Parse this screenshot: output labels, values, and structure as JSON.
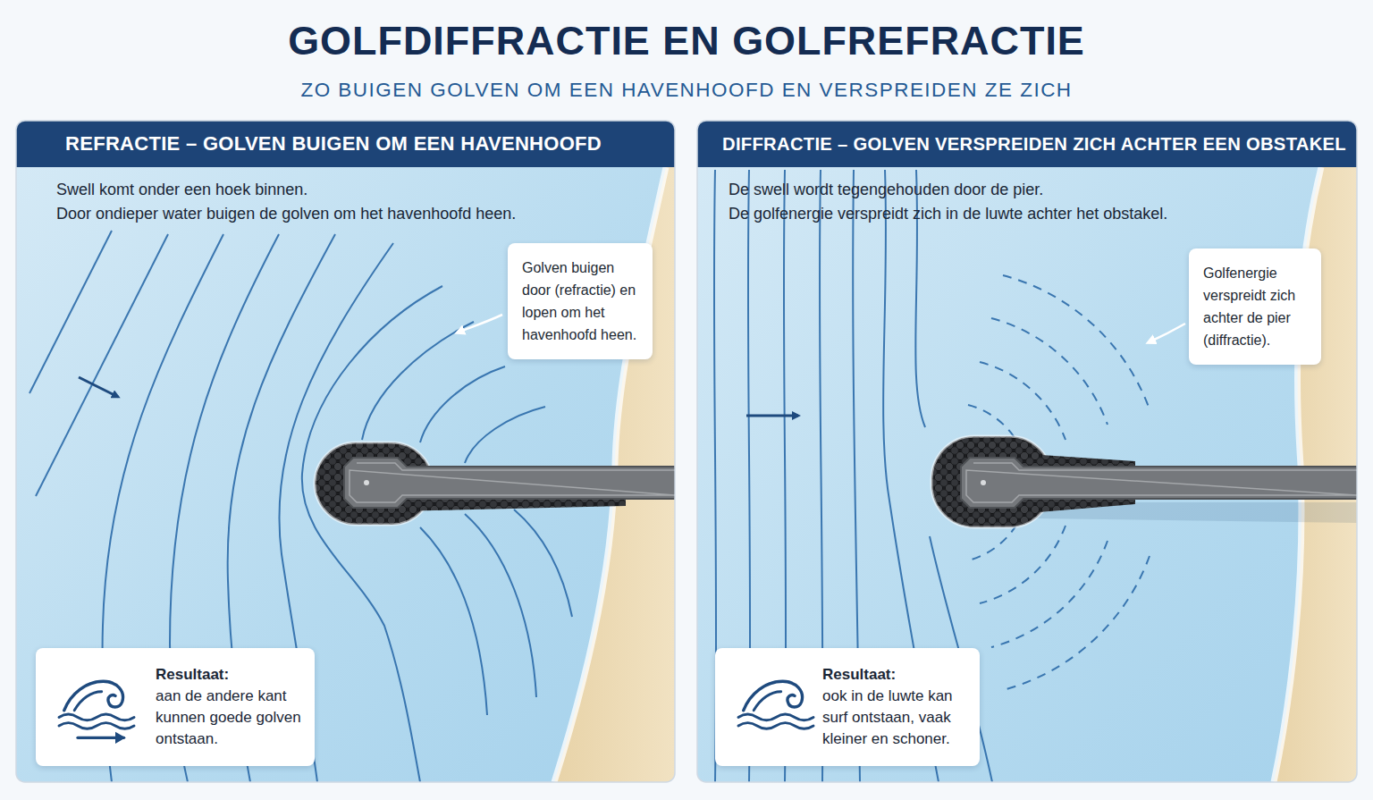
{
  "diagram": {
    "title": "GOLFDIFFRACTIE EN GOLFREFRACTIE",
    "nodes": [
      {
        "text": [
          "REFRACTIE – GOLVEN  BUIGEN OM EEN HAVENHOOFD",
          "Swell komt onder een hoek binnen.",
          "Door ondieper water buigen de golven om het havenhoofd heen."
        ]
      },
      {
        "text": [
          "Golven buigen door (refractie) en lopen om het havenhoofd heen."
        ],
        "in": 0
      },
      {
        "text": [
          "Resultaat:",
          "aan de andere kant kunnen goede golven ontstaan."
        ],
        "in": 0
      },
      {
        "text": [
          "DIFFRACTIE – GOLVEN VERSPREIDEN ZICH ACHTER EEN OBSTAKEL",
          "De swell wordt tegengehouden door de pier.",
          "De golfenergie verspreidt zich in de luwte achter het obstakel."
        ]
      },
      {
        "text": [
          "Golfenergie verspreidt zich achter de pier (diffractie)."
        ],
        "in": 3
      },
      {
        "text": [
          "Resultaat:",
          "ook in de luwte kan surf ontstaan, vaak kleiner en schoner."
        ],
        "in": 3
      }
    ],
    "labels": [
      "ZO BUIGEN GOLVEN OM EEN HAVENHOOFD EN VERSPREIDEN ZE ZICH"
    ]
  }
}
